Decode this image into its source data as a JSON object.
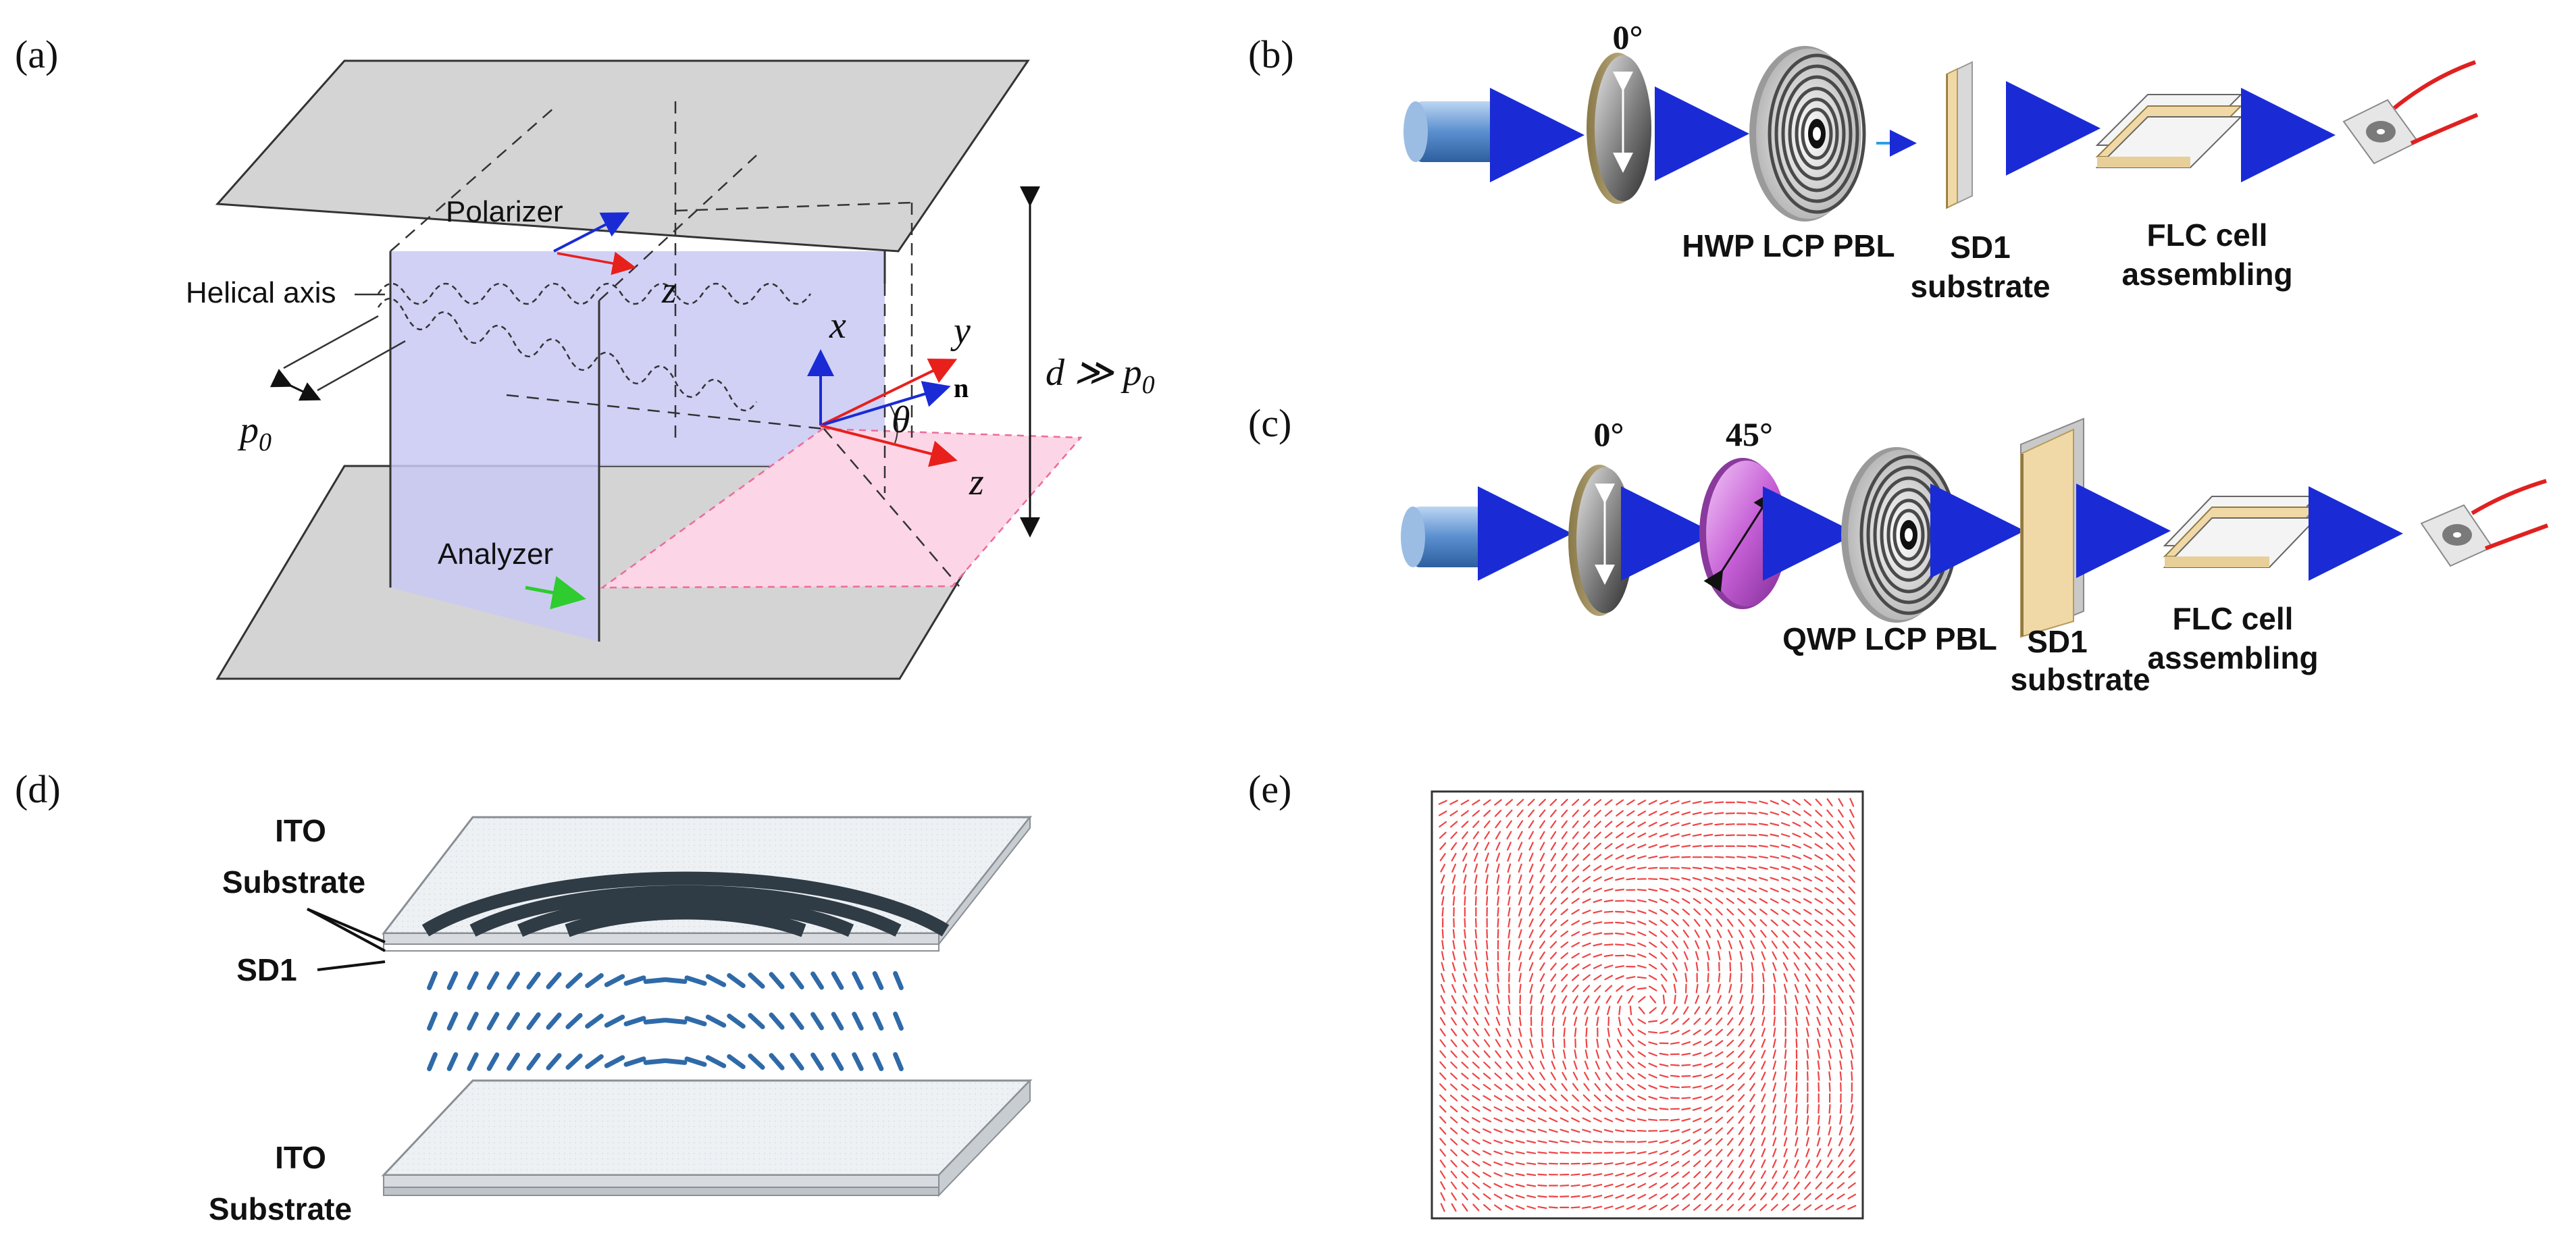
{
  "panels": {
    "a": {
      "label": "(a)",
      "polarizer": "Polarizer",
      "analyzer": "Analyzer",
      "helical_axis": "Helical axis",
      "p0": "p",
      "p0_sub": "0",
      "x": "x",
      "y": "y",
      "z_top": "z",
      "z_axis": "z",
      "n": "n",
      "theta": "θ",
      "thickness": "d ≫ p",
      "thickness_sub": "0"
    },
    "b": {
      "label": "(b)",
      "angle_1": "0°",
      "optics_caption": "HWP LCP PBL",
      "substrate_line1": "SD1",
      "substrate_line2": "substrate",
      "assembly_line1": "FLC cell",
      "assembly_line2": "assembling"
    },
    "c": {
      "label": "(c)",
      "angle_1": "0°",
      "angle_2": "45°",
      "optics_caption": "QWP LCP PBL",
      "substrate_line1": "SD1",
      "substrate_line2": "substrate",
      "assembly_line1": "FLC cell",
      "assembly_line2": "assembling"
    },
    "d": {
      "label": "(d)",
      "top_line1": "ITO",
      "top_line2": "Substrate",
      "sd1": "SD1",
      "bottom_line1": "ITO",
      "bottom_line2": "Substrate"
    },
    "e": {
      "label": "(e)"
    }
  },
  "colors": {
    "plate_gray": "#d4d4d4",
    "blue_plane": "#c9c9f5",
    "pink_plane": "#fcd6e6",
    "arrow_blue": "#1a2bd6",
    "arrow_red": "#e8201c",
    "arrow_green": "#2ecc2e",
    "flow_arrow": "#1e2fe6",
    "laser_blue": "#5b8fcf",
    "substrate_tan": "#f0d9a6",
    "waveplate_purple": "#c65fd6",
    "lc_molecule": "#2f6aa8",
    "ring_dark": "#2f3b45",
    "director_red": "#ee4444"
  },
  "icons": [
    "laser-icon",
    "polarizer-icon",
    "hwp-icon",
    "qwp-icon",
    "pbl-mask-icon",
    "sd1-substrate-icon",
    "flc-cell-icon",
    "fiber-coupled-device-icon"
  ]
}
